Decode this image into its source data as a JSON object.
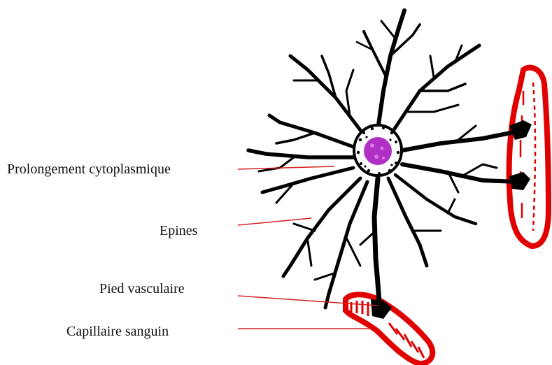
{
  "labels": {
    "prolongement": "Prolongement cytoplasmique",
    "epines": "Epines",
    "pied": "Pied vasculaire",
    "capillaire": "Capillaire sanguin"
  },
  "colors": {
    "cell": "#000000",
    "nucleus": "#b02fc4",
    "vessel": "#e00000",
    "leader": "#d42020"
  }
}
